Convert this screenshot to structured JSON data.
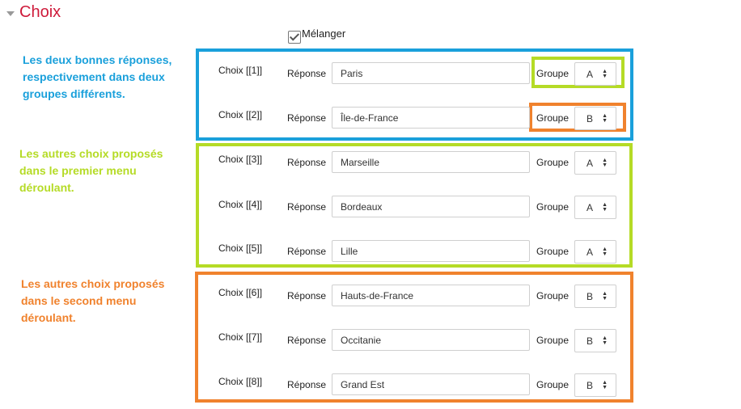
{
  "section": {
    "title": "Choix"
  },
  "shuffle": {
    "label": "Mélanger",
    "checked": true
  },
  "labels": {
    "response": "Réponse",
    "group": "Groupe"
  },
  "annotations": {
    "blue": "Les deux bonnes réponses, respectivement dans deux groupes différents.",
    "green": "Les autres choix proposés dans le premier menu déroulant.",
    "orange": "Les autres choix proposés dans le second menu déroulant."
  },
  "colors": {
    "title": "#ce1a3a",
    "blue": "#1aa0db",
    "green": "#b5db26",
    "orange": "#f0822d"
  },
  "choices": [
    {
      "label": "Choix [[1]]",
      "response": "Paris",
      "group": "A"
    },
    {
      "label": "Choix [[2]]",
      "response": "Île-de-France",
      "group": "B"
    },
    {
      "label": "Choix [[3]]",
      "response": "Marseille",
      "group": "A"
    },
    {
      "label": "Choix [[4]]",
      "response": "Bordeaux",
      "group": "A"
    },
    {
      "label": "Choix [[5]]",
      "response": "Lille",
      "group": "A"
    },
    {
      "label": "Choix [[6]]",
      "response": "Hauts-de-France",
      "group": "B"
    },
    {
      "label": "Choix [[7]]",
      "response": "Occitanie",
      "group": "B"
    },
    {
      "label": "Choix [[8]]",
      "response": "Grand Est",
      "group": "B"
    }
  ]
}
